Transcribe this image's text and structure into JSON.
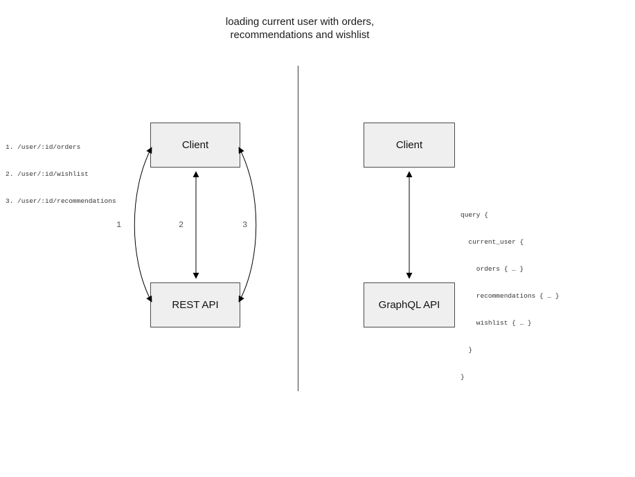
{
  "title": {
    "line1": "loading current user with orders,",
    "line2": "recommendations and wishlist"
  },
  "rest": {
    "client_label": "Client",
    "api_label": "REST API",
    "endpoints": [
      "1. /user/:id/orders",
      "2. /user/:id/wishlist",
      "3. /user/:id/recommendations"
    ],
    "arrow_labels": [
      "1",
      "2",
      "3"
    ]
  },
  "graphql": {
    "client_label": "Client",
    "api_label": "GraphQL API",
    "query_lines": [
      "query {",
      "  current_user {",
      "    orders { … }",
      "    recommendations { … }",
      "    wishlist { … }",
      "  }",
      "}"
    ]
  },
  "colors": {
    "box_fill": "#efefef",
    "box_border": "#4a4a4a",
    "line": "#000000",
    "divider": "#3a3a3a"
  }
}
